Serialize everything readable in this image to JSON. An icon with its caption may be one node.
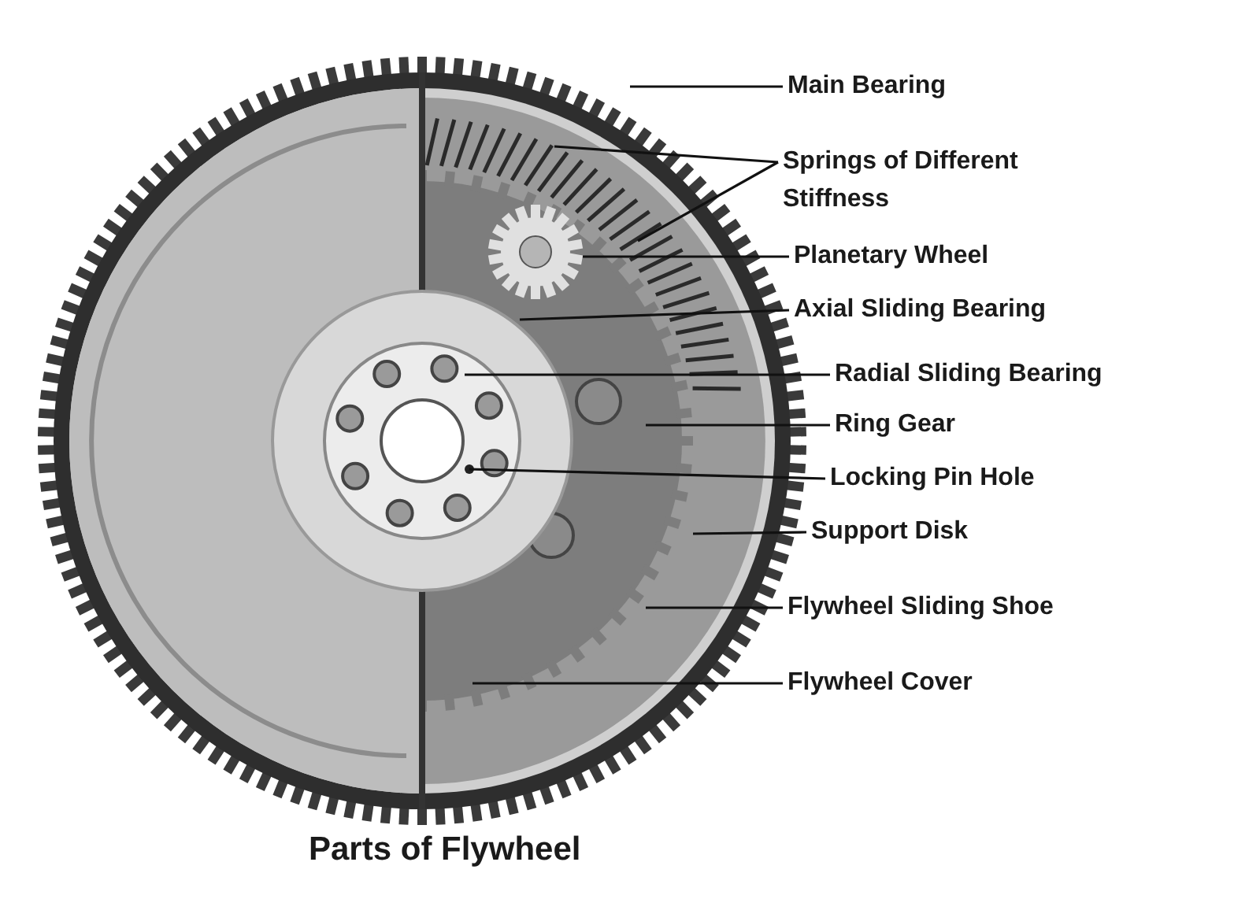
{
  "diagram": {
    "caption": "Parts of Flywheel",
    "nodes": [
      {
        "text": [
          "Main Bearing"
        ]
      },
      {
        "text": [
          "Springs of Different Stiffness"
        ]
      },
      {
        "text": [
          "Planetary Wheel"
        ]
      },
      {
        "text": [
          "Axial Sliding Bearing"
        ]
      },
      {
        "text": [
          "Radial Sliding Bearing"
        ]
      },
      {
        "text": [
          "Ring Gear"
        ]
      },
      {
        "text": [
          "Locking Pin Hole"
        ]
      },
      {
        "text": [
          "Support Disk"
        ]
      },
      {
        "text": [
          "Flywheel Sliding Shoe"
        ]
      },
      {
        "text": [
          "Flywheel Cover"
        ]
      }
    ],
    "edges": [
      {
        "from": 0,
        "to": null,
        "arrow": "none"
      },
      {
        "from": 1,
        "to": null,
        "arrow": "none"
      },
      {
        "from": 1,
        "to": null,
        "arrow": "none"
      },
      {
        "from": 2,
        "to": null,
        "arrow": "none"
      },
      {
        "from": 3,
        "to": null,
        "arrow": "none"
      },
      {
        "from": 4,
        "to": null,
        "arrow": "none"
      },
      {
        "from": 5,
        "to": null,
        "arrow": "none"
      },
      {
        "from": 6,
        "to": null,
        "arrow": "none"
      },
      {
        "from": 7,
        "to": null,
        "arrow": "none"
      },
      {
        "from": 8,
        "to": null,
        "arrow": "none"
      },
      {
        "from": 9,
        "to": null,
        "arrow": "none"
      }
    ]
  }
}
